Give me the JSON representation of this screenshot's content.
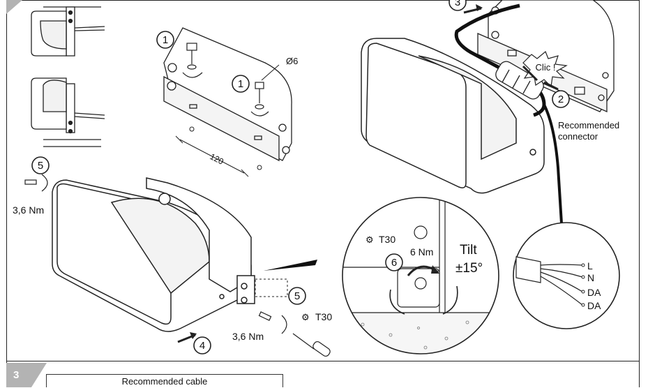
{
  "labels": {
    "step1": "1",
    "step2": "2",
    "step3": "3",
    "step4": "4",
    "step5": "5",
    "step6": "6",
    "diameter": "Ø6",
    "dimension": "120",
    "torque": "3,6 Nm",
    "torque_t30": "6 Nm",
    "tool": "T30",
    "tilt": "Tilt",
    "tilt_angle": "±15°",
    "clic": "Clic !",
    "recommended_connector_1": "Recommended",
    "recommended_connector_2": "connector",
    "wire_l": "L",
    "wire_n": "N",
    "wire_da1": "DA",
    "wire_da2": "DA"
  },
  "footer": {
    "section_number": "3",
    "recommended_cable": "Recommended cable"
  }
}
